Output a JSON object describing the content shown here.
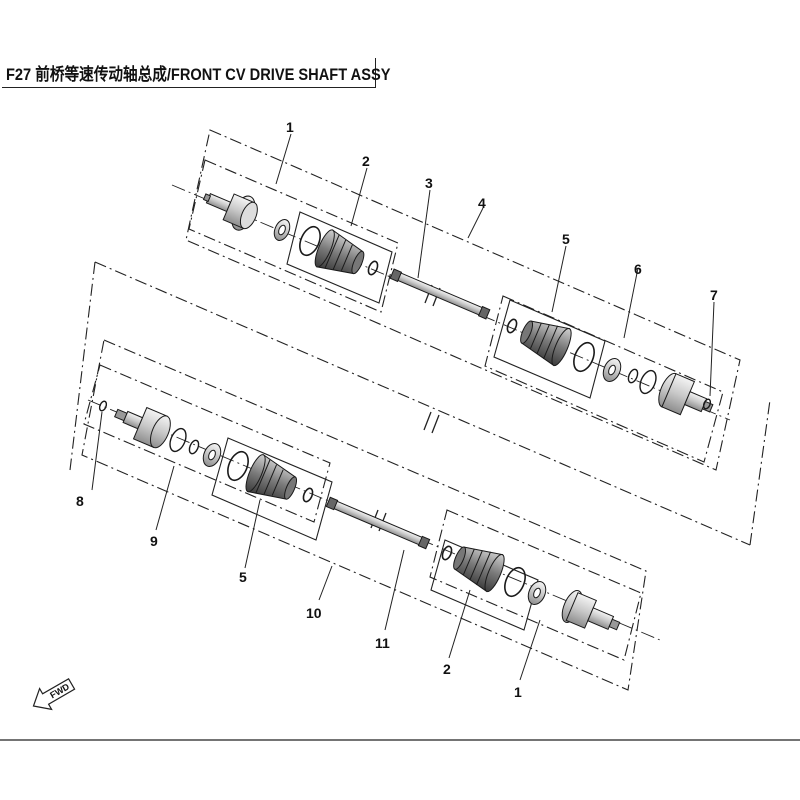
{
  "title": "F27 前桥等速传动轴总成/FRONT CV DRIVE SHAFT ASSY",
  "fwd_label": "FWD",
  "callouts": {
    "c1_top": "1",
    "c2_top": "2",
    "c3": "3",
    "c4": "4",
    "c5_top": "5",
    "c6": "6",
    "c7": "7",
    "c8": "8",
    "c9": "9",
    "c5_bottom": "5",
    "c10": "10",
    "c11": "11",
    "c2_bottom": "2",
    "c1_bottom": "1"
  },
  "colors": {
    "line": "#1a1a1a",
    "fill_light": "#e6e6e6",
    "fill_mid": "#bdbdbd"
  }
}
